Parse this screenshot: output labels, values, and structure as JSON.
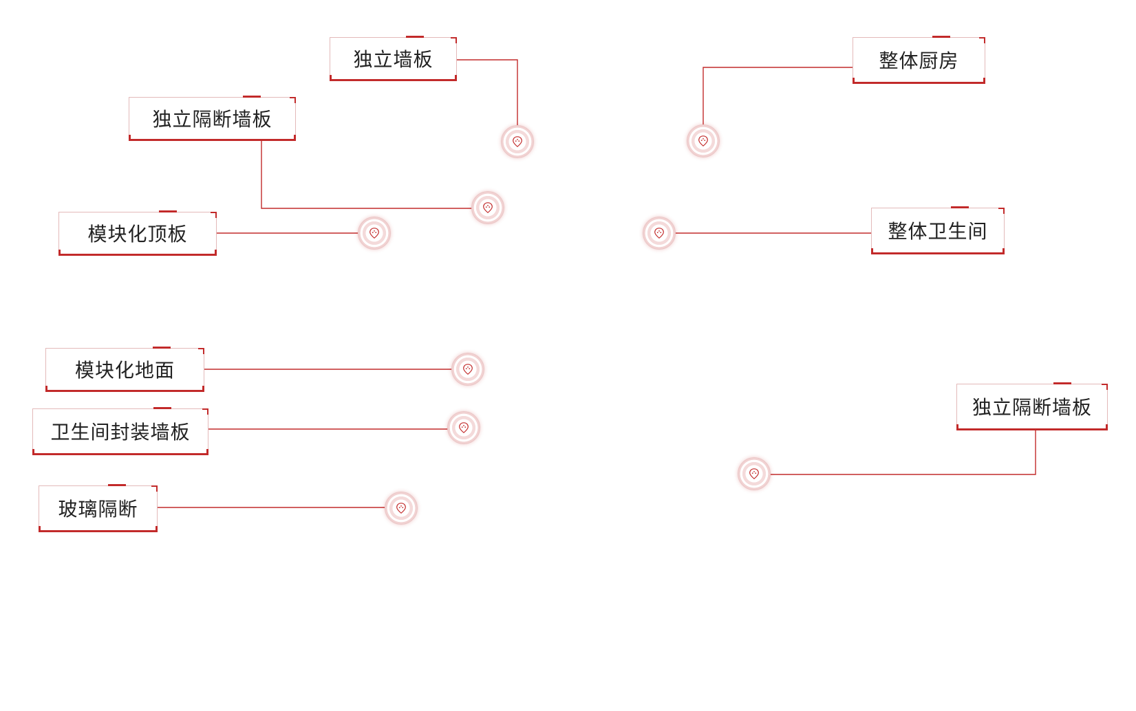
{
  "accent_color": "#c22a2a",
  "labels": [
    {
      "text": "独立墙板",
      "icon": "pin-icon"
    },
    {
      "text": "独立隔断墙板",
      "icon": "pin-icon"
    },
    {
      "text": "模块化顶板",
      "icon": "pin-icon"
    },
    {
      "text": "整体厨房",
      "icon": "pin-icon"
    },
    {
      "text": "整体卫生间",
      "icon": "pin-icon"
    },
    {
      "text": "模块化地面",
      "icon": "pin-icon"
    },
    {
      "text": "卫生间封装墙板",
      "icon": "pin-icon"
    },
    {
      "text": "玻璃隔断",
      "icon": "pin-icon"
    },
    {
      "text": "独立隔断墙板",
      "icon": "pin-icon"
    }
  ]
}
